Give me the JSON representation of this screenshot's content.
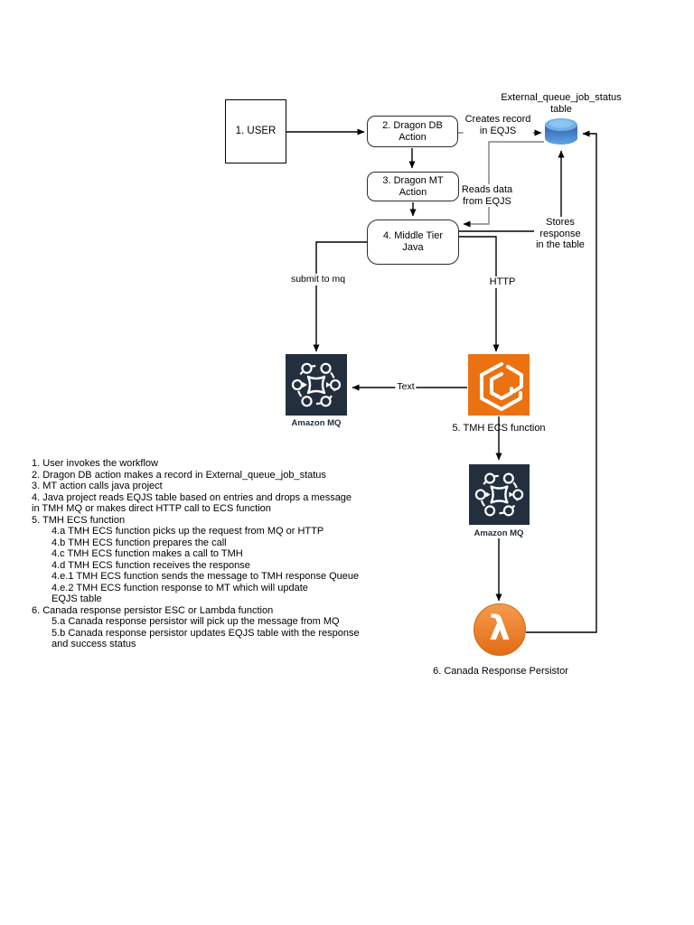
{
  "colors": {
    "mq_navy": "#232F3E",
    "ecs_orange": "#EC7211",
    "lambda_orange_top": "#F59B4C",
    "lambda_orange_bottom": "#E26C17",
    "db_top_ellipse": "#6FB2E8",
    "db_body_top": "#3A5CB0",
    "db_body_bottom": "#5AA7E6",
    "edge_black": "#000000",
    "edge_gray": "#808080"
  },
  "nodes": {
    "user": "1. USER",
    "dragon_db": "2. Dragon DB Action",
    "dragon_mt": "3. Dragon MT Action",
    "middle_tier_line1": "4. Middle Tier",
    "middle_tier_line2": "Java",
    "eqjs_line1": "External_queue_job_status",
    "eqjs_line2": "table",
    "mq1_caption": "Amazon MQ",
    "ecs_caption": "5. TMH ECS function",
    "mq2_caption": "Amazon MQ",
    "lambda_caption": "6. Canada Response Persistor",
    "lambda_glyph": "λ"
  },
  "edge_labels": {
    "creates_line1": "Creates record",
    "creates_line2": "in EQJS",
    "reads_line1": "Reads data",
    "reads_line2": "from EQJS",
    "stores_line1": "Stores",
    "stores_line2": "response",
    "stores_line3": "in the table",
    "submit": "submit to mq",
    "http": "HTTP",
    "text": "Text"
  },
  "notes": {
    "lines": [
      {
        "text": "1. User invokes the workflow",
        "indent": false
      },
      {
        "text": "2. Dragon DB action makes a record in External_queue_job_status",
        "indent": false
      },
      {
        "text": "3. MT action calls java project",
        "indent": false
      },
      {
        "text": "4. Java project reads EQJS table based on entries and drops a message",
        "indent": false
      },
      {
        "text": "in TMH MQ or makes direct HTTP call to ECS function",
        "indent": false
      },
      {
        "text": "5. TMH ECS function",
        "indent": false
      },
      {
        "text": "4.a TMH ECS function picks up the request from MQ or HTTP",
        "indent": true
      },
      {
        "text": "4.b TMH ECS function prepares the call",
        "indent": true
      },
      {
        "text": "4.c TMH ECS function makes a call to TMH",
        "indent": true
      },
      {
        "text": "4.d TMH ECS function receives the response",
        "indent": true
      },
      {
        "text": "4.e.1 TMH ECS function sends the message to TMH response Queue",
        "indent": true
      },
      {
        "text": "4.e.2 TMH ECS function response to MT which will update",
        "indent": true
      },
      {
        "text": "EQJS table",
        "indent": true
      },
      {
        "text": "6. Canada response persistor ESC or Lambda function",
        "indent": false
      },
      {
        "text": "5.a Canada response persistor will pick up the message from MQ",
        "indent": true
      },
      {
        "text": "5.b Canada response persistor updates EQJS table with the response",
        "indent": true
      },
      {
        "text": "and success status",
        "indent": true
      }
    ]
  }
}
